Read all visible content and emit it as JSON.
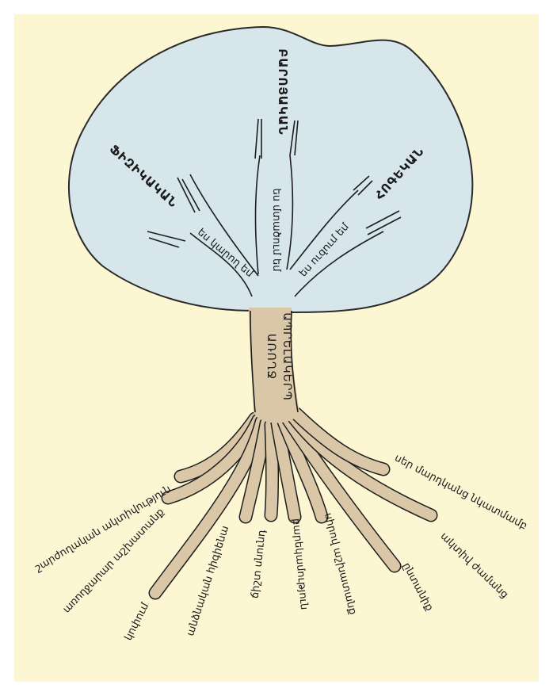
{
  "colors": {
    "page": "#fdf6d3",
    "crown": "#d6e6ea",
    "crown_outline": "#2a2a2a",
    "trunk": "#d9c7a8",
    "ink": "#1a1a1a"
  },
  "crown_labels": {
    "left": "ՖԻԶԻԿԱԿԱՆ",
    "center": "ԲԱՐՈՅԱԿԱՆ",
    "right": "ՀՈԳԵԿԱՆ"
  },
  "branches": {
    "left": "ես կարող եմ",
    "center": "ես մտածում եմ",
    "right": "ես ուզում եմ"
  },
  "trunk": {
    "line1": "ԱՌՈՂՋ",
    "line2": "ԱՊՐԵԼԱԿԵՐՊ"
  },
  "roots": [
    "շարժողական ակտիվություն",
    "առողջարար աշխատանք",
    "կոփում",
    "անձնական հիգիենա",
    "ճիշտ սնունդ",
    "բարեկամություն",
    "սիրով աշխատանք",
    "ընտանիք",
    "ակտիվ ժամանց",
    "սեր մարդկանց նկատմամբ"
  ]
}
